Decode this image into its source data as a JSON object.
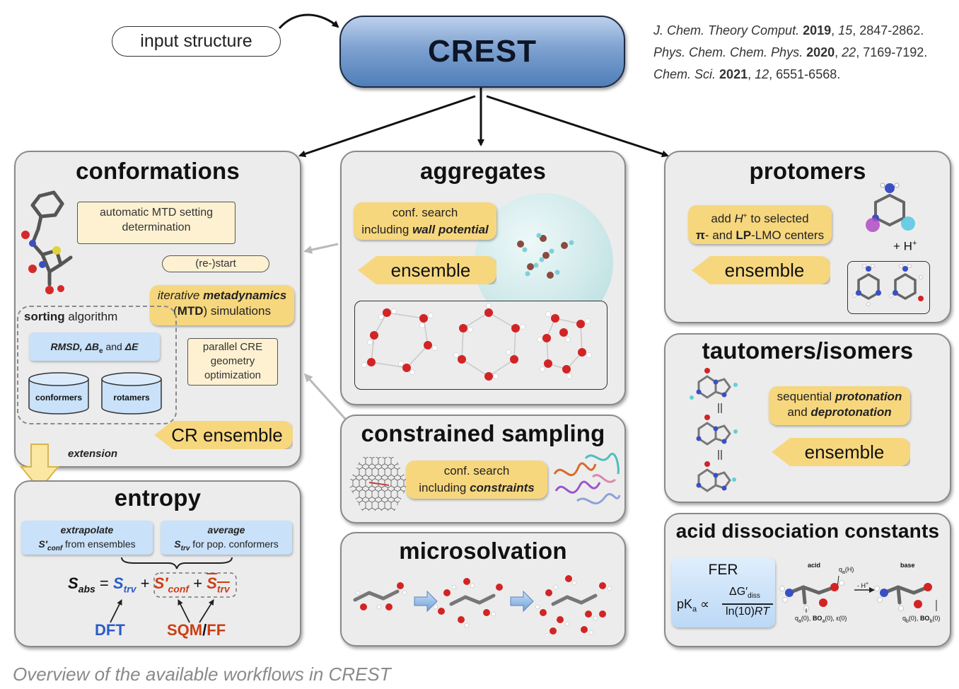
{
  "header": {
    "input_label": "input structure",
    "main_title": "CREST",
    "refs": [
      {
        "journal": "J. Chem. Theory Comput.",
        "year": "2019",
        "vol": "15",
        "pages": ", 2847-2862."
      },
      {
        "journal": "Phys. Chem. Chem. Phys.",
        "year": "2020",
        "vol": "22",
        "pages": ", 7169-7192."
      },
      {
        "journal": "Chem. Sci.",
        "year": "2021",
        "vol": "12",
        "pages": ", 6551-6568."
      }
    ]
  },
  "conformations": {
    "title": "conformations",
    "auto_mtd_1": "automatic MTD setting",
    "auto_mtd_2": "determination",
    "restart": "(re-)start",
    "iter_1a": "iterative ",
    "iter_1b": "metadynamics",
    "iter_2a": "(",
    "iter_2b": "MTD",
    "iter_2c": ") simulations",
    "sorting_a": "sorting",
    "sorting_b": " algorithm",
    "rmsd_label": "RMSD, ΔB",
    "rmsd_sub": "e",
    "rmsd_and": " and ",
    "rmsd_de": "ΔE",
    "conformers": "conformers",
    "rotamers": "rotamers",
    "parallel_1": "parallel CRE",
    "parallel_2": "geometry",
    "parallel_3": "optimization",
    "cr_ensemble": "CR ensemble",
    "extension": "extension"
  },
  "aggregates": {
    "title": "aggregates",
    "search_1": "conf. search",
    "search_2a": "including ",
    "search_2b": "wall potential",
    "ensemble": "ensemble"
  },
  "protomers": {
    "title": "protomers",
    "add_1a": "add ",
    "add_1b": "H",
    "add_1c": "+",
    "add_1d": " to selected",
    "add_2a": "π",
    "add_2b": "- and ",
    "add_2c": "LP",
    "add_2d": "-LMO centers",
    "hplus": "+ H",
    "hplus_sup": "+",
    "ensemble": "ensemble"
  },
  "tautomers": {
    "title": "tautomers/isomers",
    "seq_1a": "sequential ",
    "seq_1b": "protonation",
    "seq_2a": "and ",
    "seq_2b": "deprotonation",
    "ensemble": "ensemble"
  },
  "constrained": {
    "title": "constrained sampling",
    "search_1": "conf. search",
    "search_2a": "including ",
    "search_2b": "constraints"
  },
  "microsolvation": {
    "title": "microsolvation"
  },
  "entropy": {
    "title": "entropy",
    "extrap_1": "extrapolate",
    "extrap_2a": "S′",
    "extrap_2sub": "conf",
    "extrap_2b": " from ensembles",
    "avg_1": "average",
    "avg_2a": "S",
    "avg_2sub": "trv",
    "avg_2b": " for pop. conformers",
    "eq_s": "S",
    "eq_abs": "abs",
    "eq_eq": " = ",
    "eq_strv": "S",
    "eq_trv": "trv",
    "eq_plus": " + ",
    "eq_sconf": "S′",
    "eq_conf": "conf",
    "eq_plus2": " + ",
    "eq_sbar": "S",
    "eq_trv2": "trv",
    "dft": "DFT",
    "sqm": "SQM",
    "slash": "/",
    "ff": "FF"
  },
  "acid": {
    "title": "acid dissociation constants",
    "fer": "FER",
    "pka": "pK",
    "pka_sub": "a",
    "prop": " ∝ ",
    "num": "ΔG′",
    "num_sub": "diss",
    "den_a": "ln(10)",
    "den_b": "RT",
    "acid_label": "acid",
    "base_label": "base",
    "qa_h": "q",
    "qa_h_sub": "a",
    "qa_h_end": "(H)",
    "minus_h": "- H",
    "minus_h_sup": "+",
    "acid_desc": "q",
    "acid_desc_sub": "a",
    "acid_desc_b": "(0), ",
    "acid_desc_bo": "BO",
    "acid_desc_bo_sub": "a",
    "acid_desc_c": "(0), ε(0)",
    "base_desc": "q",
    "base_desc_sub": "b",
    "base_desc_b": "(0), ",
    "base_desc_bo": "BO",
    "base_desc_bo_sub": "b",
    "base_desc_c": "(0)"
  },
  "caption": "Overview of the available workflows in CREST",
  "colors": {
    "panel_bg": "#ececed",
    "yellow": "#f7d77e",
    "cream": "#fdf1d2",
    "blue": "#c9e1f9",
    "crest_blue": "#4f7fb8",
    "dft_blue": "#2a5cc9",
    "sqm_orange": "#cc3e12"
  }
}
